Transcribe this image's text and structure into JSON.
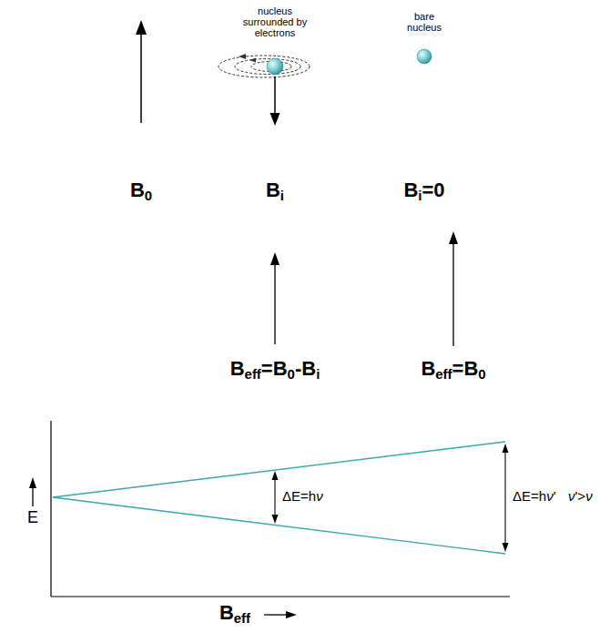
{
  "diagram": {
    "labels": [
      "nucleus surrounded by electrons",
      "bare nucleus",
      "B0",
      "Bi",
      "Bi=0",
      "Beff=B0-Bi",
      "Beff=B0",
      "E",
      "ΔE=hν",
      "ΔE=hν'",
      "ν'>ν",
      "Beff"
    ]
  }
}
